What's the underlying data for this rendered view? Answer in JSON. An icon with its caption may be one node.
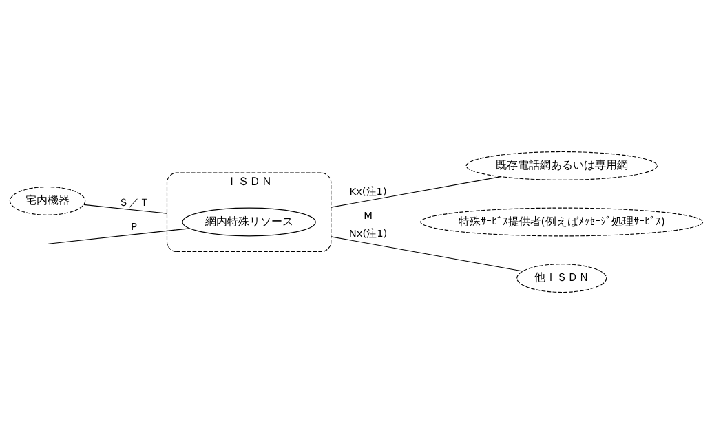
{
  "diagram": {
    "nodes": [
      {
        "text": [
          "ＩＳＤＮ"
        ]
      },
      {
        "text": [
          "網内特殊リソース"
        ],
        "in": 0
      },
      {
        "text": [
          "既存電話網あるいは専用網"
        ]
      },
      {
        "text": [
          "特殊ｻｰﾋﾞｽ提供者(例えばﾒｯｾｰｼﾞ処理ｻｰﾋﾞｽ)"
        ]
      },
      {
        "text": [
          "他ＩＳＤＮ"
        ]
      },
      {
        "text": [
          "宅内機器"
        ]
      }
    ],
    "edges": [
      {
        "from": 0,
        "to": 2,
        "arrow": "none",
        "label": "Kx(注1)"
      },
      {
        "from": 0,
        "to": 3,
        "arrow": "none",
        "label": "M"
      },
      {
        "from": null,
        "to": 1,
        "arrow": "none",
        "label": "P"
      },
      {
        "from": 5,
        "to": 0,
        "arrow": "none",
        "label": "Ｓ／Ｔ"
      },
      {
        "from": 0,
        "to": 4,
        "arrow": "none",
        "label": "Nx(注1)"
      }
    ]
  }
}
